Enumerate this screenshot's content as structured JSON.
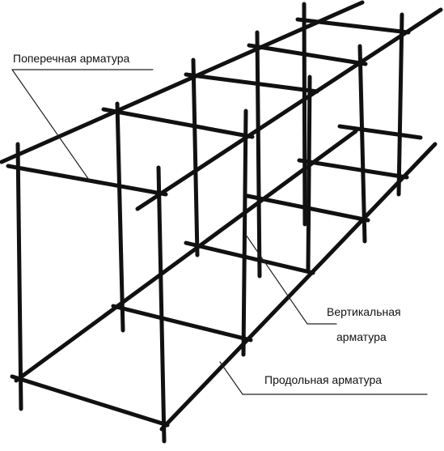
{
  "labels": {
    "transverse": "Поперечная арматура",
    "vertical_line1": "Вертикальная",
    "vertical_line2": "арматура",
    "longitudinal": "Продольная арматура"
  },
  "colors": {
    "rebar": "#111111",
    "leader": "#222222",
    "background": "#ffffff"
  }
}
